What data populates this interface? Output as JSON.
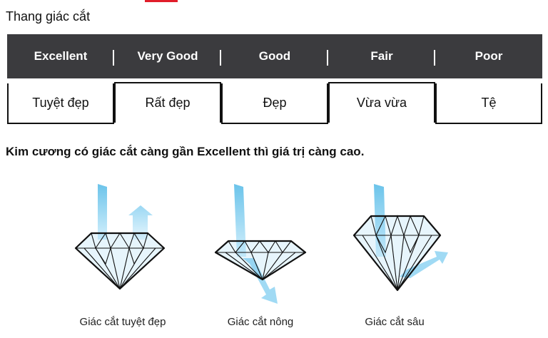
{
  "title": "Thang giác cắt",
  "grades": [
    "Excellent",
    "Very Good",
    "Good",
    "Fair",
    "Poor"
  ],
  "translations": [
    "Tuyệt đẹp",
    "Rất đẹp",
    "Đẹp",
    "Vừa vừa",
    "Tệ"
  ],
  "subtitle": "Kim cương có giác cắt càng gần Excellent thì giá trị càng cao.",
  "diagrams": [
    {
      "caption": "Giác cắt tuyệt đẹp"
    },
    {
      "caption": "Giác cắt nông"
    },
    {
      "caption": "Giác cắt sâu"
    }
  ],
  "colors": {
    "bar": "#3b3b3e",
    "light": "#5bbde8",
    "accent": "#e11d2a"
  }
}
